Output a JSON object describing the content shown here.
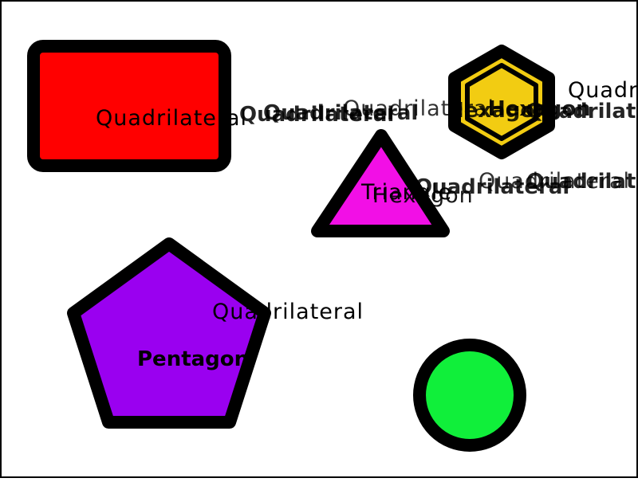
{
  "colors": {
    "background": "#ffffff",
    "outline": "#000000",
    "quadrilateral": "#ff0000",
    "hexagon": "#f2cc12",
    "triangle": "#f20fe6",
    "pentagon": "#9a00f0",
    "circle": "#10ef3a"
  },
  "shapes": [
    {
      "kind": "quadrilateral",
      "color": "#ff0000"
    },
    {
      "kind": "hexagon",
      "color": "#f2cc12"
    },
    {
      "kind": "triangle",
      "color": "#f20fe6"
    },
    {
      "kind": "pentagon",
      "color": "#9a00f0"
    },
    {
      "kind": "circle",
      "color": "#10ef3a"
    }
  ],
  "labels": {
    "quadrilateral": "Quadrilateral",
    "hexagon": "Hexagon",
    "triangle": "Triangle",
    "pentagon": "Pentagon",
    "floating": "Quadrilateral"
  }
}
